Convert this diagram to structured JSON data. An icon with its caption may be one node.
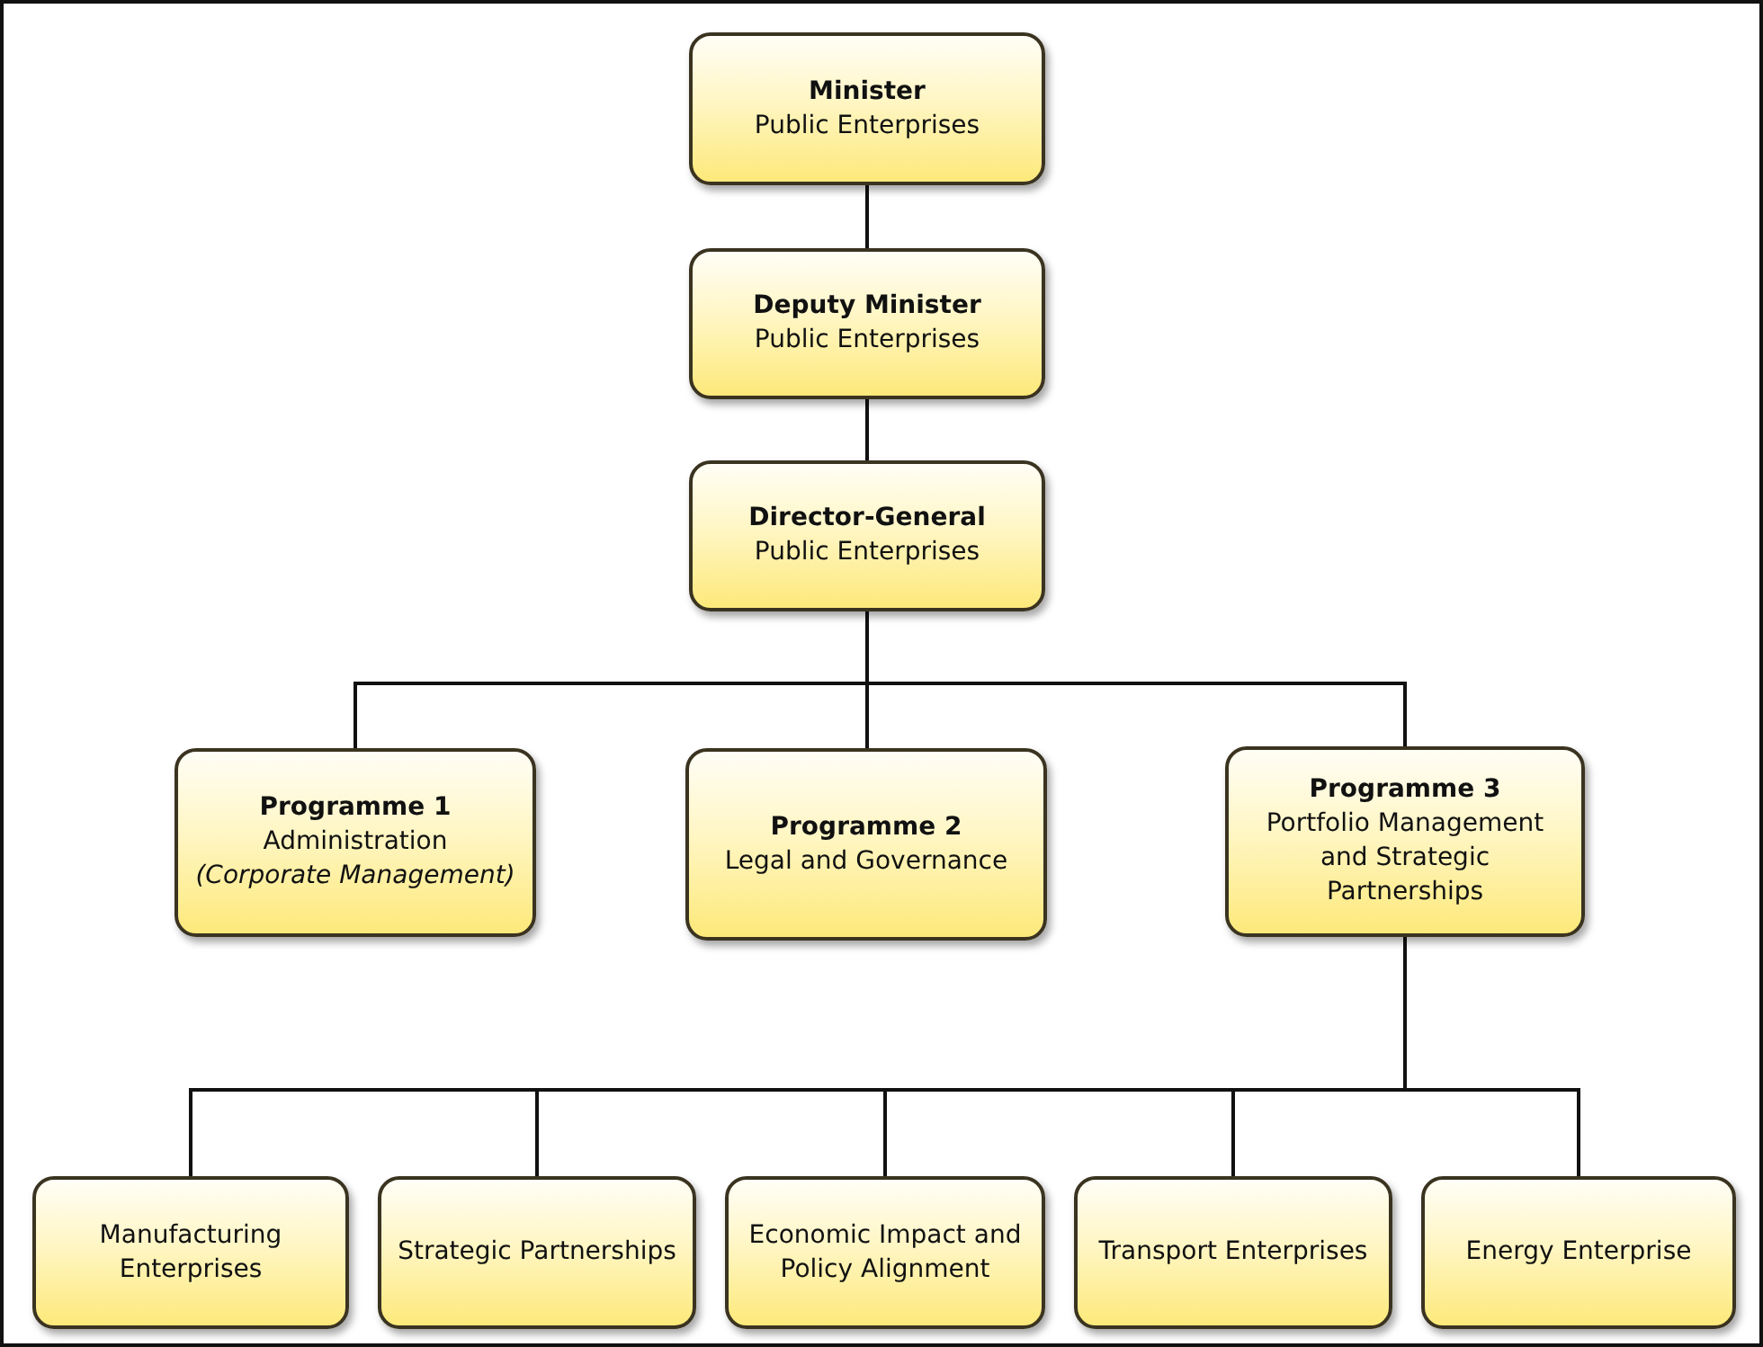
{
  "diagram": {
    "nodes": [
      {
        "text": [
          "Minister",
          "Public Enterprises"
        ]
      },
      {
        "text": [
          "Deputy Minister",
          "Public Enterprises"
        ]
      },
      {
        "text": [
          "Director-General",
          "Public Enterprises"
        ]
      },
      {
        "text": [
          "Programme 1",
          "Administration",
          "(Corporate Management)"
        ]
      },
      {
        "text": [
          "Programme 2",
          "Legal and Governance"
        ]
      },
      {
        "text": [
          "Programme 3",
          "Portfolio Management and Strategic Partnerships"
        ]
      },
      {
        "text": [
          "Manufacturing Enterprises"
        ]
      },
      {
        "text": [
          "Strategic Partnerships"
        ]
      },
      {
        "text": [
          "Economic Impact and Policy Alignment"
        ]
      },
      {
        "text": [
          "Transport Enterprises"
        ]
      },
      {
        "text": [
          "Energy Enterprise"
        ]
      }
    ],
    "edges": [
      {
        "from": 0,
        "to": 1,
        "arrow": "none"
      },
      {
        "from": 1,
        "to": 2,
        "arrow": "none"
      },
      {
        "from": 2,
        "to": 3,
        "arrow": "none"
      },
      {
        "from": 2,
        "to": 4,
        "arrow": "none"
      },
      {
        "from": 2,
        "to": 5,
        "arrow": "none"
      },
      {
        "from": 5,
        "to": 6,
        "arrow": "none"
      },
      {
        "from": 5,
        "to": 7,
        "arrow": "none"
      },
      {
        "from": 5,
        "to": 8,
        "arrow": "none"
      },
      {
        "from": 5,
        "to": 9,
        "arrow": "none"
      },
      {
        "from": 5,
        "to": 10,
        "arrow": "none"
      }
    ]
  }
}
